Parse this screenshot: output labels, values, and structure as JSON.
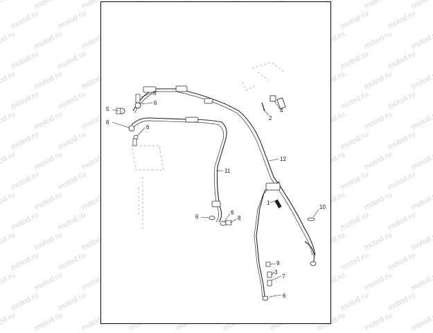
{
  "watermark": {
    "text": "motod.ru"
  },
  "callouts": {
    "c1": "1",
    "c2": "2",
    "c3": "3",
    "c4": "4",
    "c5a": "5",
    "c5b": "5",
    "c6a": "6",
    "c6b": "6",
    "c6c": "6",
    "c6d": "6",
    "c6e": "6",
    "c6f": "6",
    "c7": "7",
    "c8": "8",
    "c9": "9",
    "c10": "10",
    "c11": "11",
    "c12": "12"
  }
}
